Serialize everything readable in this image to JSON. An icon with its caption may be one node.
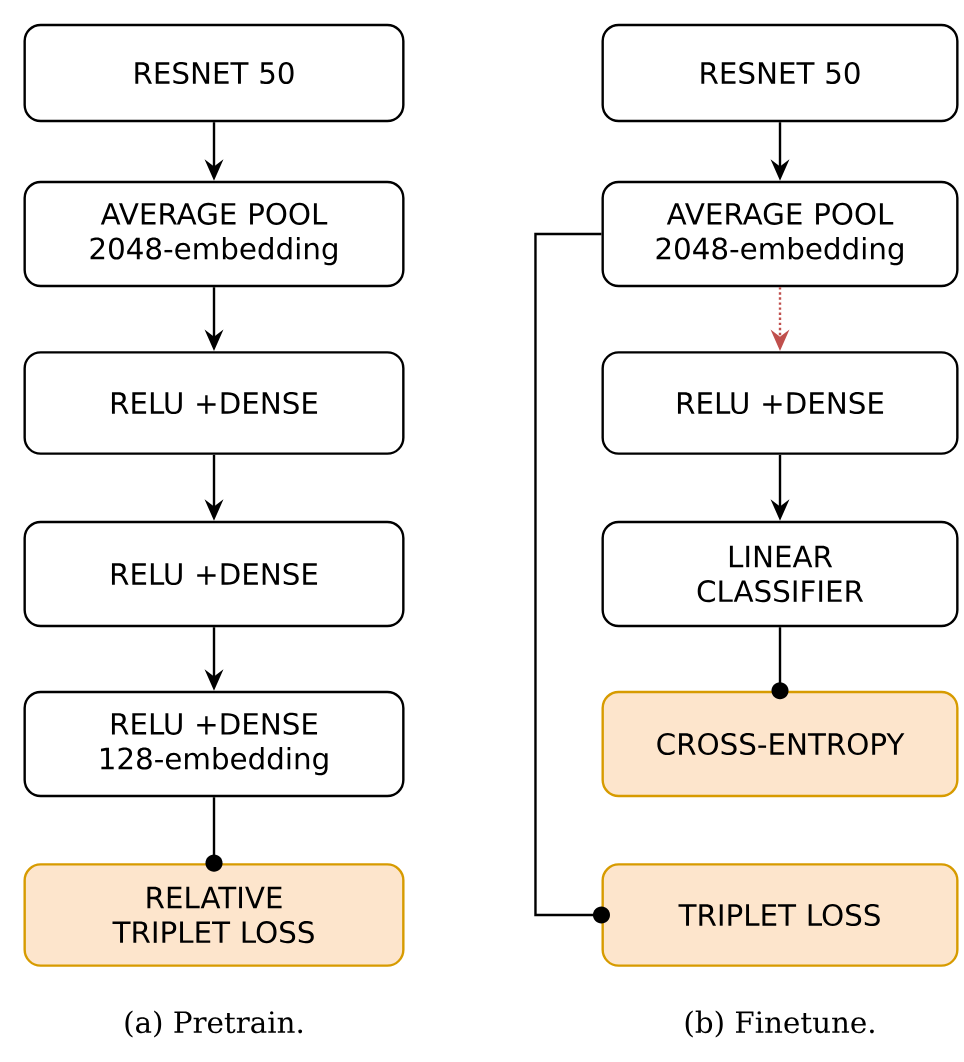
{
  "diagram": {
    "nodes": [
      {
        "text": [
          "RESNET 50"
        ]
      },
      {
        "text": [
          "AVERAGE POOL",
          "2048-embedding"
        ]
      },
      {
        "text": [
          "RELU +DENSE"
        ]
      },
      {
        "text": [
          "RELU +DENSE"
        ]
      },
      {
        "text": [
          "RELU +DENSE",
          "128-embedding"
        ]
      },
      {
        "text": [
          "RELATIVE TRIPLET LOSS"
        ]
      },
      {
        "text": [
          "RESNET 50"
        ]
      },
      {
        "text": [
          "AVERAGE POOL",
          "2048-embedding"
        ]
      },
      {
        "text": [
          "RELU +DENSE"
        ]
      },
      {
        "text": [
          "LINEAR CLASSIFIER"
        ]
      },
      {
        "text": [
          "CROSS-ENTROPY"
        ]
      },
      {
        "text": [
          "TRIPLET LOSS"
        ]
      }
    ],
    "edges": [
      {
        "from": 0,
        "to": 1,
        "arrow": "to"
      },
      {
        "from": 1,
        "to": 2,
        "arrow": "to"
      },
      {
        "from": 2,
        "to": 3,
        "arrow": "to"
      },
      {
        "from": 3,
        "to": 4,
        "arrow": "to"
      },
      {
        "from": 4,
        "to": 5,
        "arrow": "other"
      },
      {
        "from": 6,
        "to": 7,
        "arrow": "to"
      },
      {
        "from": 7,
        "to": 8,
        "arrow": "to",
        "style": "dashed",
        "color": "#c0504d"
      },
      {
        "from": 8,
        "to": 9,
        "arrow": "to"
      },
      {
        "from": 9,
        "to": 10,
        "arrow": "other"
      },
      {
        "from": 7,
        "to": 11,
        "arrow": "other"
      }
    ],
    "labels": [
      "(a) Pretrain.",
      "(b) Finetune."
    ]
  }
}
